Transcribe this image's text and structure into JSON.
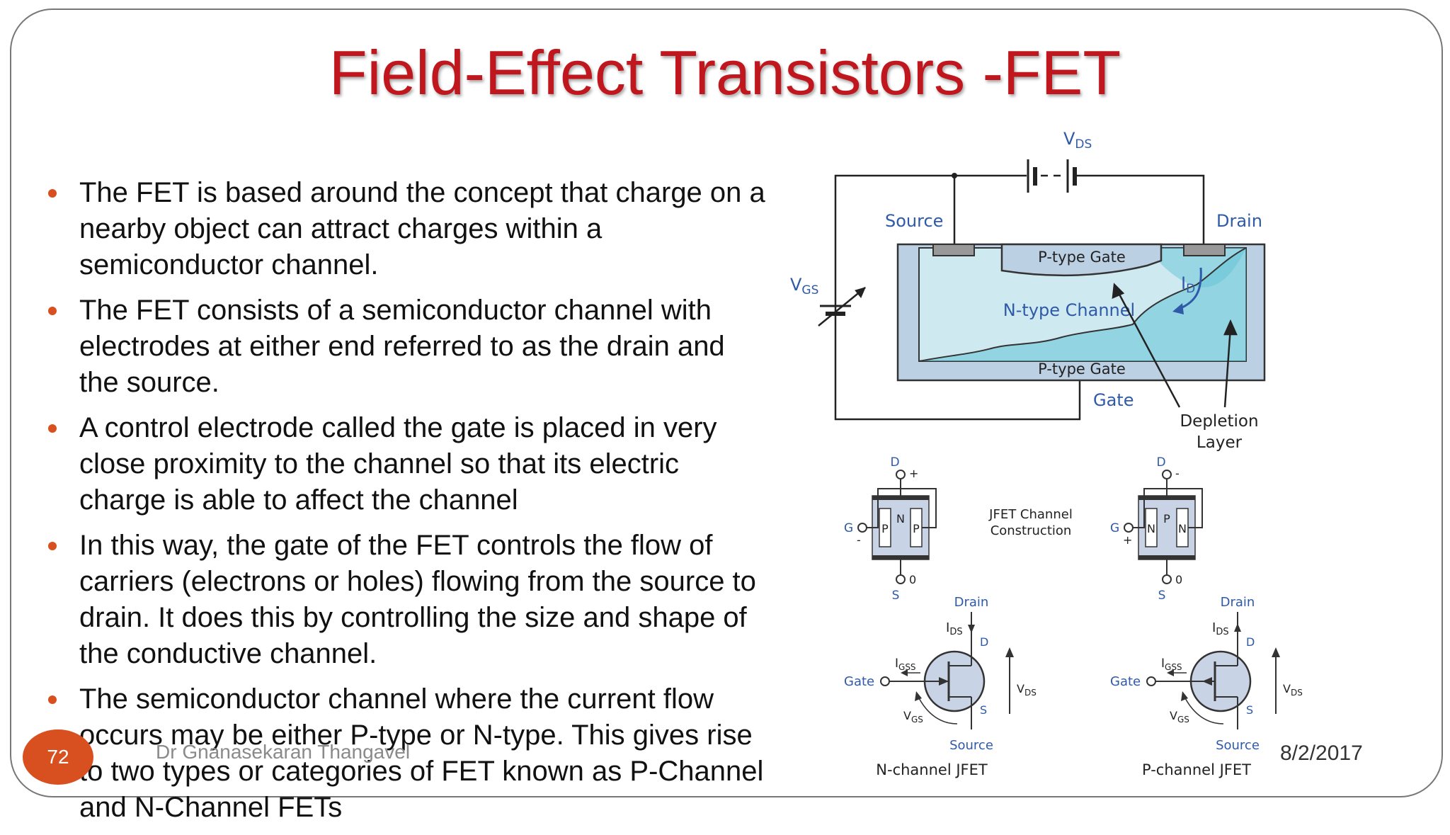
{
  "slide": {
    "title": "Field-Effect Transistors -FET",
    "bullets": [
      "The FET is based around the concept that charge on a nearby object can attract charges within a semiconductor channel.",
      "The FET consists of a semiconductor channel with electrodes at either end referred to as the drain and the source.",
      "A control electrode called the gate is placed in very close proximity to the channel so that its electric charge is able to affect the channel",
      "In this way, the gate of the FET controls the flow of carriers (electrons or holes) flowing from the source to drain. It does this by controlling the size and shape of the conductive channel.",
      "The semiconductor channel where the current flow occurs may be either P-type or N-type. This gives rise to two types or categories of FET known as P-Channel and N-Channel FETs"
    ],
    "footer": {
      "author": "Dr Gnanasekaran Thangavel",
      "date": "8/2/2017",
      "page_number": "72"
    }
  },
  "diagram": {
    "vds": "V",
    "vds_sub": "DS",
    "vgs": "V",
    "vgs_sub": "GS",
    "source": "Source",
    "drain": "Drain",
    "gate": "Gate",
    "p_gate_top": "P-type Gate",
    "p_gate_bottom": "P-type Gate",
    "n_channel": "N-type Channel",
    "id": "I",
    "id_sub": "D",
    "depletion_1": "Depletion",
    "depletion_2": "Layer",
    "jfet_caption_1": "JFET Channel",
    "jfet_caption_2": "Construction",
    "left_struct": {
      "d": "D",
      "s": "S",
      "g": "G",
      "plus": "+",
      "minus": "-",
      "zero": "0",
      "p1": "P",
      "n": "N",
      "p2": "P"
    },
    "right_struct": {
      "d": "D",
      "s": "S",
      "g": "G",
      "plus": "+",
      "minus": "-",
      "zero": "0",
      "n1": "N",
      "p": "P",
      "n2": "N"
    },
    "nsym": {
      "drain": "Drain",
      "source": "Source",
      "gate": "Gate",
      "d": "D",
      "s": "S",
      "ids": "I",
      "ids_sub": "DS",
      "igss": "I",
      "igss_sub": "GSS",
      "vds": "V",
      "vds_sub": "DS",
      "vgs": "V",
      "vgs_sub": "GS",
      "caption": "N-channel JFET"
    },
    "psym": {
      "drain": "Drain",
      "source": "Source",
      "gate": "Gate",
      "d": "D",
      "s": "S",
      "ids": "I",
      "ids_sub": "DS",
      "igss": "I",
      "igss_sub": "GSS",
      "vds": "V",
      "vds_sub": "DS",
      "vgs": "V",
      "vgs_sub": "GS",
      "caption": "P-channel JFET"
    },
    "colors": {
      "label_blue": "#2f5aa8",
      "gate_fill": "#bcd0e4",
      "channel_fill": "#cfe9f1",
      "depletion_fill": "#62c3d6",
      "slide_accent": "#d8501f",
      "title_red": "#c0161d"
    }
  }
}
